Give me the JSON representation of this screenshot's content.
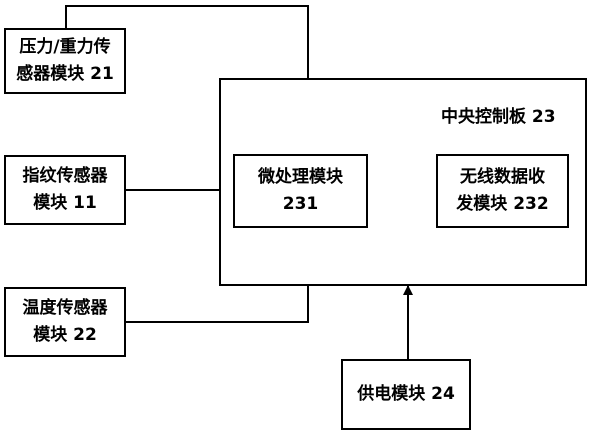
{
  "blocks": {
    "pressure_sensor": {
      "line1": "压力/重力传",
      "line2": "感器模块 21"
    },
    "fingerprint_sensor": {
      "line1": "指纹传感器",
      "line2": "模块 11"
    },
    "temperature_sensor": {
      "line1": "温度传感器",
      "line2": "模块 22"
    },
    "control_board": {
      "label": "中央控制板 23"
    },
    "microprocessor": {
      "line1": "微处理模块",
      "line2": "231"
    },
    "wireless_module": {
      "line1": "无线数据收",
      "line2": "发模块 232"
    },
    "power_module": {
      "label": "供电模块 24"
    }
  },
  "colors": {
    "stroke": "#000000",
    "background": "#ffffff"
  }
}
